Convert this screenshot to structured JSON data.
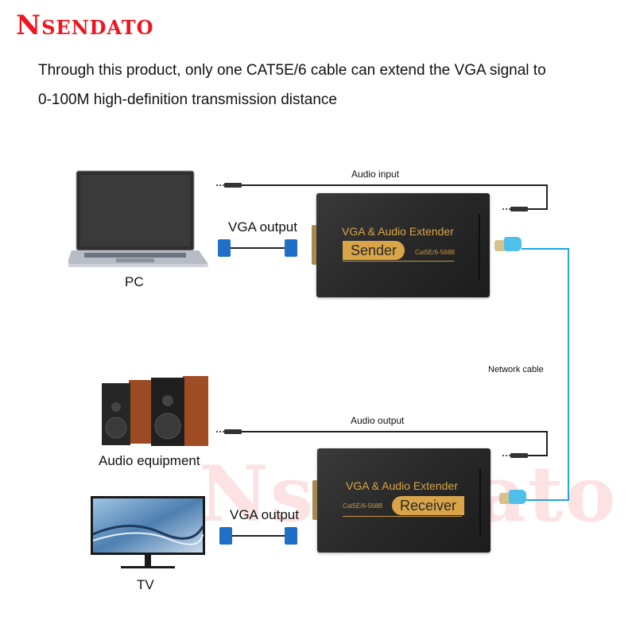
{
  "brand": {
    "logo_text": "Nsendato",
    "logo_first": "N",
    "logo_rest": "SENDATO",
    "color": "#f0141e"
  },
  "headline": {
    "line1": "Through this product, only one CAT5E/6 cable can extend the VGA signal to",
    "line2": "0-100M high-definition transmission distance"
  },
  "sender_side": {
    "source_device": {
      "label": "PC",
      "icon": "laptop-icon"
    },
    "audio_cable_label": "Audio input",
    "vga_cable_label": "VGA output",
    "unit": {
      "title": "VGA & Audio  Extender",
      "role": "Sender",
      "standard": "Cat5E/6-568B"
    }
  },
  "link": {
    "label": "Network cable",
    "color": "#22a4e6"
  },
  "receiver_side": {
    "audio_device": {
      "label": "Audio equipment",
      "icon": "speakers-icon"
    },
    "display_device": {
      "label": "TV",
      "icon": "monitor-icon"
    },
    "audio_cable_label": "Audio output",
    "vga_cable_label": "VGA output",
    "unit": {
      "title": "VGA & Audio  Extender",
      "role": "Receiver",
      "standard": "Cat5E/6-568B"
    }
  },
  "colors": {
    "device_body": "#2b2b2b",
    "accent_gold": "#d9a548",
    "vga_blue": "#1f6fc9",
    "rj45_blue": "#4fc0ea"
  }
}
